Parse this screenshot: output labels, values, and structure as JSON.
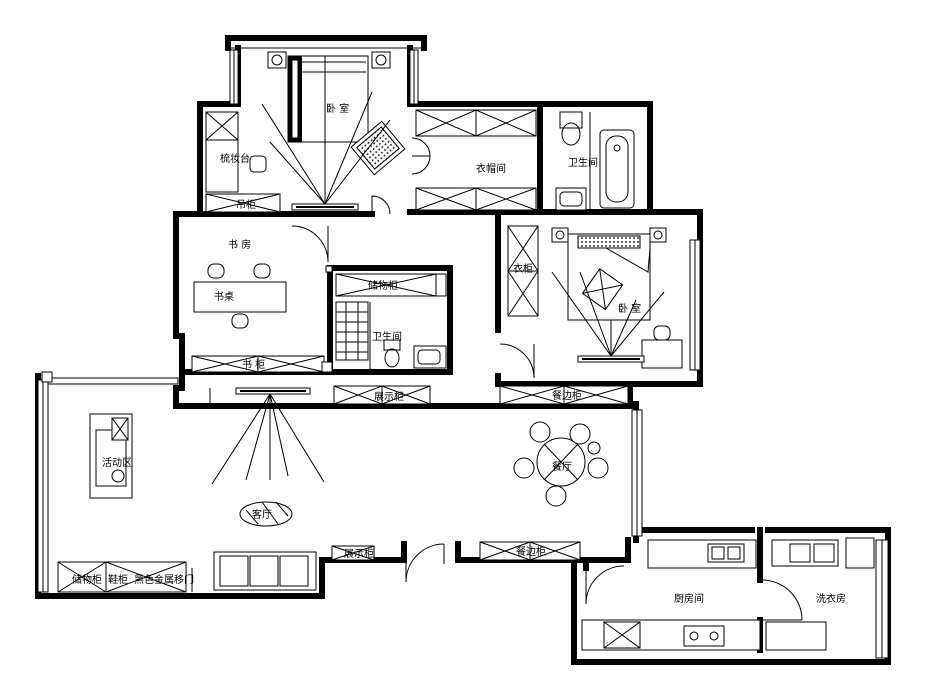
{
  "rooms": {
    "bedroom_top": "卧 室",
    "makeup_table": "梳妆台",
    "wardrobe_room": "衣帽间",
    "bath_top": "卫生间",
    "hanging_cabinet": "吊柜",
    "study": "书 房",
    "desk": "书桌",
    "storage_cabinet": "储物柜",
    "bath_mid": "卫生间",
    "bookcase": "书 柜",
    "display_cabinet_mid": "展示柜",
    "wardrobe_cabinet": "衣柜",
    "bedroom_right": "卧 室",
    "sideboard_top": "餐边柜",
    "activity_area": "活动区",
    "dining": "餐厅",
    "living": "客厅",
    "display_cabinet_bottom": "展示柜",
    "sideboard_bottom": "餐边柜",
    "storage_cabinet_bottom": "储物柜",
    "shoe_cabinet": "鞋柜",
    "sliding_door": "黑色金属移门",
    "kitchen": "厨房间",
    "laundry": "洗衣房"
  }
}
